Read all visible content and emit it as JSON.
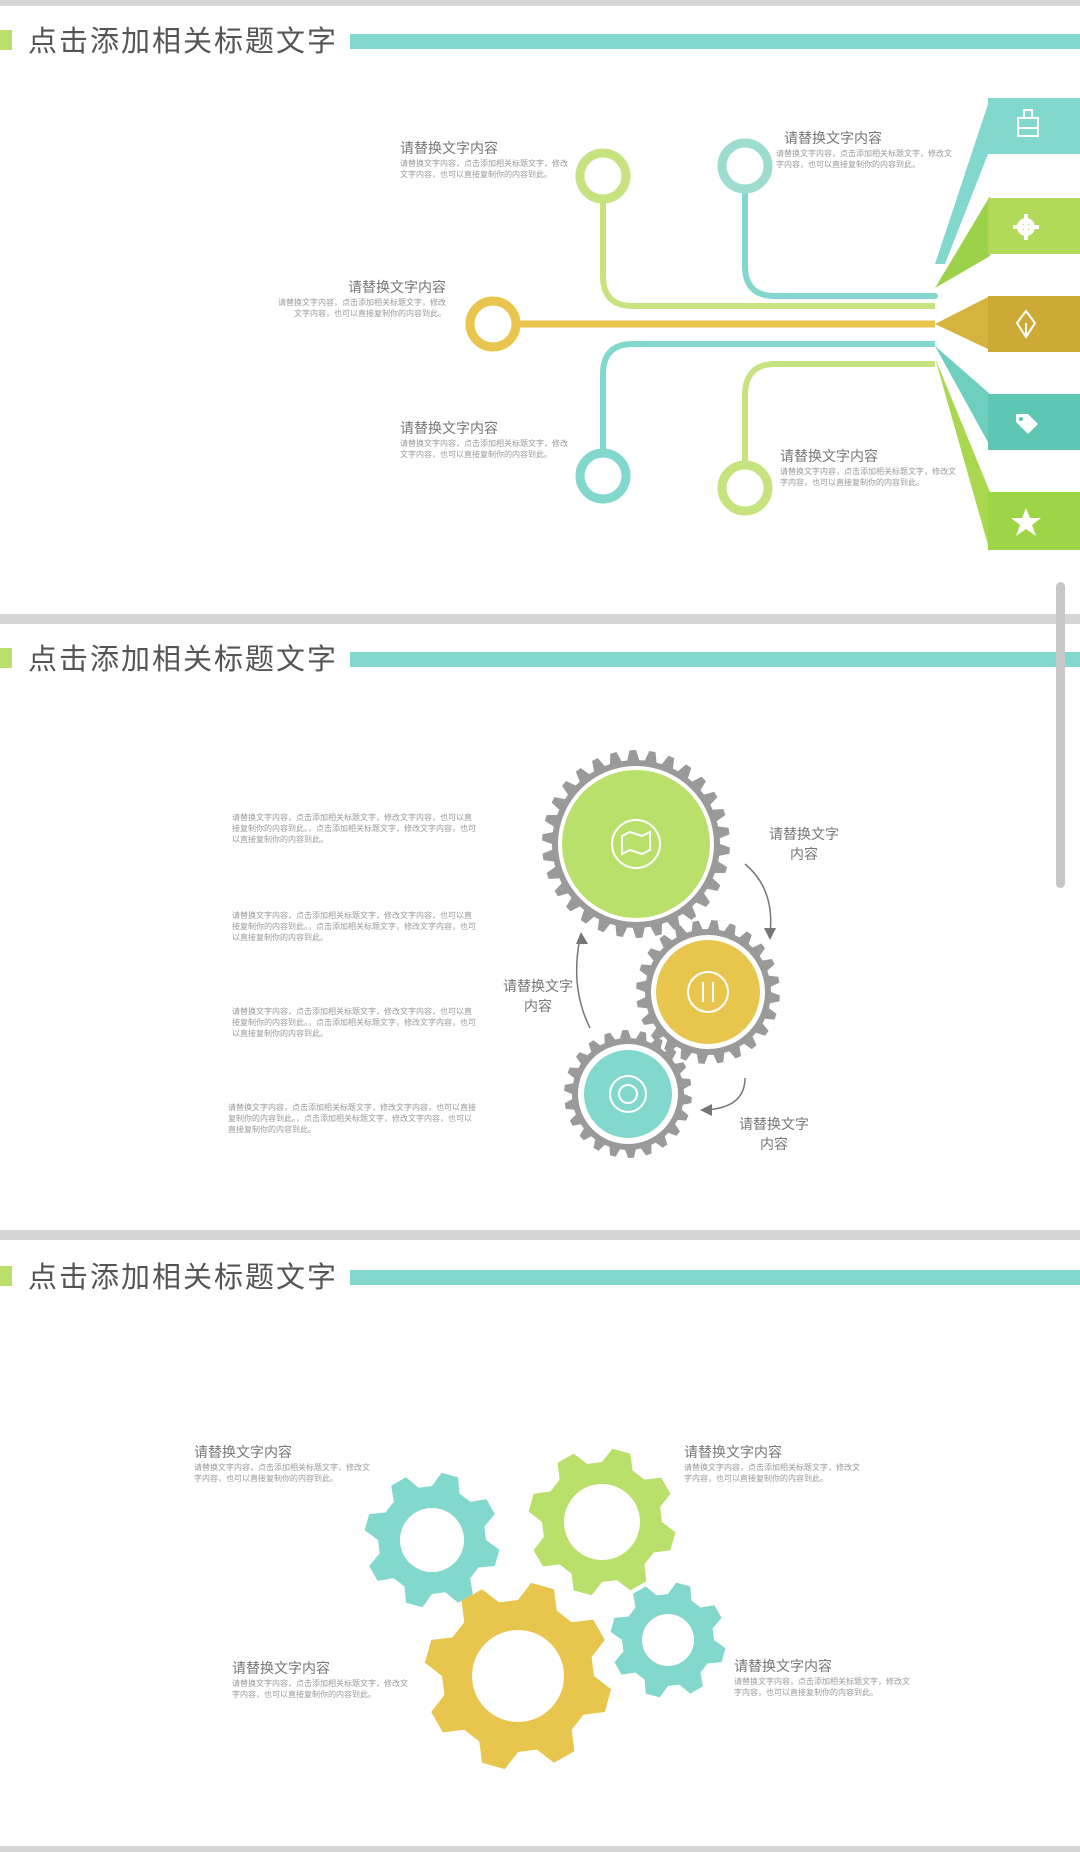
{
  "slides": [
    {
      "title": "点击添加相关标题文字",
      "items": [
        {
          "heading": "请替换文字内容",
          "body": "请替换文字内容，点击添加相关标题文字，修改文字内容，也可以直接复制你的内容到此。"
        },
        {
          "heading": "请替换文字内容",
          "body": "请替换文字内容，点击添加相关标题文字，修改文字内容，也可以直接复制你的内容到此。"
        },
        {
          "heading": "请替换文字内容",
          "body": "请替换文字内容，点击添加相关标题文字，修改文字内容，也可以直接复制你的内容到此。"
        },
        {
          "heading": "请替换文字内容",
          "body": "请替换文字内容，点击添加相关标题文字，修改文字内容，也可以直接复制你的内容到此。"
        },
        {
          "heading": "请替换文字内容",
          "body": "请替换文字内容，点击添加相关标题文字，修改文字内容，也可以直接复制你的内容到此。"
        }
      ],
      "tab_icons": [
        "brush-icon",
        "gear-icon",
        "pen-nib-icon",
        "tag-icon",
        "star-icon"
      ]
    },
    {
      "title": "点击添加相关标题文字",
      "paragraphs": [
        "请替换文字内容，点击添加相关标题文字，修改文字内容，也可以直接复制你的内容到此。，点击添加相关标题文字，修改文字内容，也可以直接复制你的内容到此。",
        "请替换文字内容，点击添加相关标题文字，修改文字内容，也可以直接复制你的内容到此。，点击添加相关标题文字，修改文字内容，也可以直接复制你的内容到此。",
        "请替换文字内容，点击添加相关标题文字，修改文字内容，也可以直接复制你的内容到此。，点击添加相关标题文字，修改文字内容，也可以直接复制你的内容到此。",
        "请替换文字内容，点击添加相关标题文字，修改文字内容，也可以直接复制你的内容到此。，点击添加相关标题文字，修改文字内容，也可以直接复制你的内容到此。"
      ],
      "labels": [
        "请替换文字内容",
        "请替换文字内容",
        "请替换文字内容"
      ],
      "gear_icons": [
        "map-icon",
        "tools-icon",
        "refresh-icon"
      ]
    },
    {
      "title": "点击添加相关标题文字",
      "items": [
        {
          "heading": "请替换文字内容",
          "body": "请替换文字内容，点击添加相关标题文字，修改文字内容，也可以直接复制你的内容到此。"
        },
        {
          "heading": "请替换文字内容",
          "body": "请替换文字内容，点击添加相关标题文字，修改文字内容，也可以直接复制你的内容到此。"
        },
        {
          "heading": "请替换文字内容",
          "body": "请替换文字内容，点击添加相关标题文字，修改文字内容，也可以直接复制你的内容到此。"
        },
        {
          "heading": "请替换文字内容",
          "body": "请替换文字内容，点击添加相关标题文字，修改文字内容，也可以直接复制你的内容到此。"
        }
      ]
    }
  ],
  "colors": {
    "teal": "#82d8cc",
    "lime": "#b9e06a",
    "mustard": "#e8c54d",
    "gray": "#9a9a9a"
  }
}
